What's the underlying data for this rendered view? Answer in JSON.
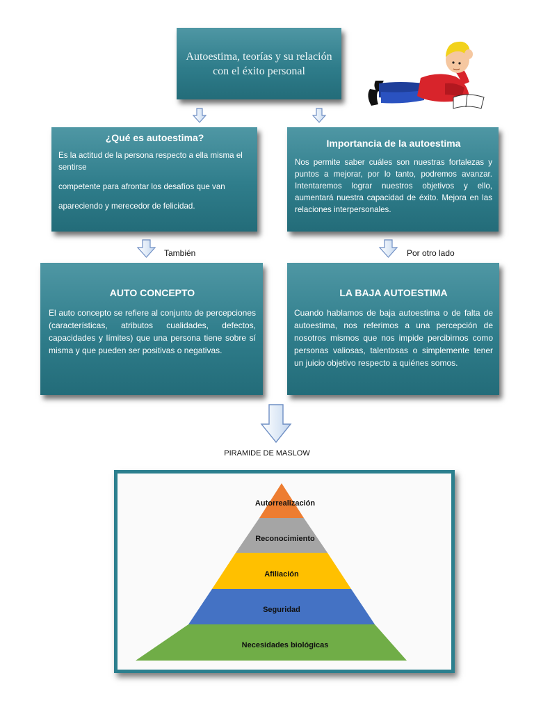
{
  "header": {
    "title": "Autoestima, teorías y su relación con el éxito personal"
  },
  "que_es": {
    "title": "¿Qué es autoestima?",
    "lines": [
      "Es la actitud de la persona respecto a ella misma el sentirse",
      "competente para afrontar los desafíos que van",
      "apareciendo y merecedor de felicidad."
    ]
  },
  "importancia": {
    "title": "Importancia de la autoestima",
    "text": "Nos permite saber cuáles son nuestras fortalezas y puntos a mejorar, por lo tanto, podremos avanzar. Intentaremos lograr nuestros objetivos y ello, aumentará nuestra capacidad de éxito. Mejora en las relaciones interpersonales."
  },
  "connectors": {
    "left_label": "También",
    "right_label": "Por otro lado"
  },
  "auto_concepto": {
    "title": "AUTO CONCEPTO",
    "text": "El auto concepto se refiere al conjunto de percepciones (características, atributos cualidades, defectos, capacidades y límites) que una persona tiene sobre sí misma y que pueden ser positivas o negativas."
  },
  "baja_autoestima": {
    "title": "LA BAJA AUTOESTIMA",
    "text": "Cuando hablamos de baja autoestima o de falta de autoestima, nos referimos a una percepción de nosotros mismos que nos impide percibirnos como personas valiosas, talentosas o simplemente tener un juicio objetivo respecto a quiénes somos."
  },
  "maslow": {
    "title": "PIRAMIDE DE MASLOW",
    "levels": [
      {
        "label": "Autorrealización",
        "color": "#ed7d31"
      },
      {
        "label": "Reconocimiento",
        "color": "#a5a5a5"
      },
      {
        "label": "Afiliación",
        "color": "#ffc000"
      },
      {
        "label": "Seguridad",
        "color": "#4472c4"
      },
      {
        "label": "Necesidades biológicas",
        "color": "#70ad47"
      }
    ]
  },
  "colors": {
    "box_teal": "#2f7d8b",
    "arrow_fill": "#dce8f6",
    "arrow_stroke": "#6f8fc4"
  },
  "illustration": {
    "icon": "boy-reading-book-icon"
  }
}
